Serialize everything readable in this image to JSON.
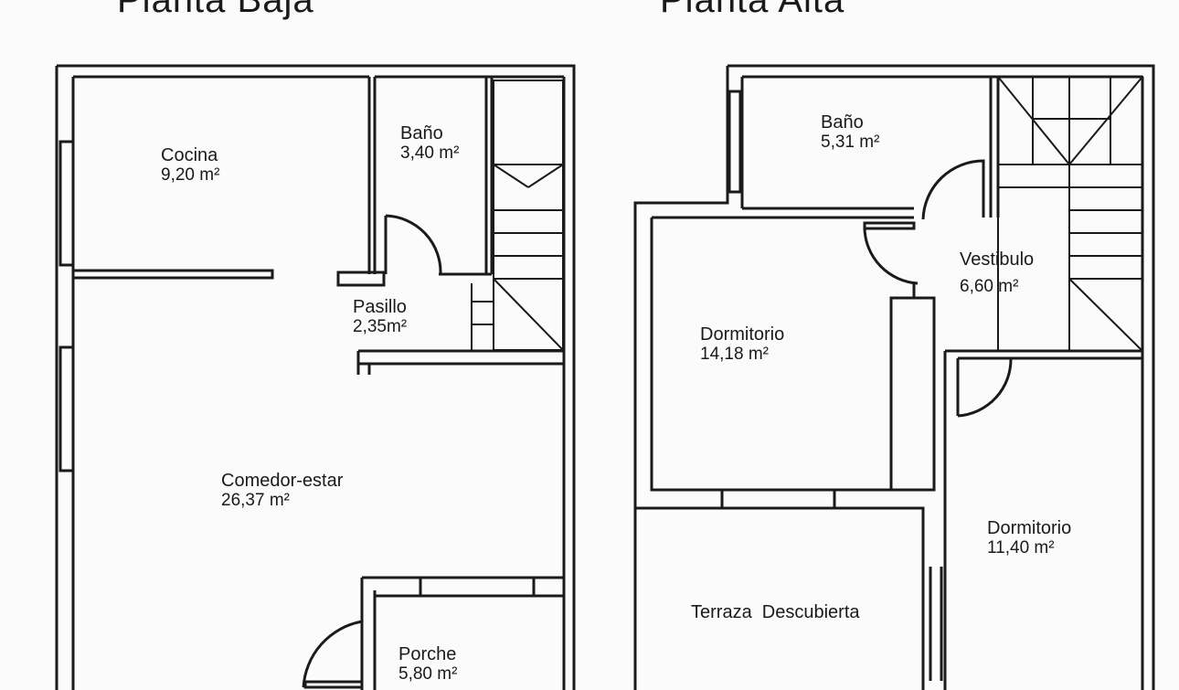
{
  "floors": {
    "ground": {
      "title": "Planta Baja",
      "rooms": {
        "cocina": {
          "name": "Cocina",
          "area": "9,20 m²"
        },
        "bano": {
          "name": "Baño",
          "area": "3,40 m²"
        },
        "pasillo": {
          "name": "Pasillo",
          "area": "2,35m²"
        },
        "comedor": {
          "name": "Comedor-estar",
          "area": "26,37 m²"
        },
        "porche": {
          "name": "Porche",
          "area": "5,80 m²"
        }
      }
    },
    "upper": {
      "title": "Planta Alta",
      "rooms": {
        "bano": {
          "name": "Baño",
          "area": "5,31 m²"
        },
        "vestibulo": {
          "name": "Vestibulo",
          "area": "6,60 m²"
        },
        "dormitorio1": {
          "name": "Dormitorio",
          "area": "14,18 m²"
        },
        "dormitorio2": {
          "name": "Dormitorio",
          "area": "11,40 m²"
        },
        "terraza": {
          "name": "Terraza  Descubierta"
        }
      }
    }
  },
  "colors": {
    "wall": "#1a1a1a",
    "paper": "#fbfbfb"
  }
}
